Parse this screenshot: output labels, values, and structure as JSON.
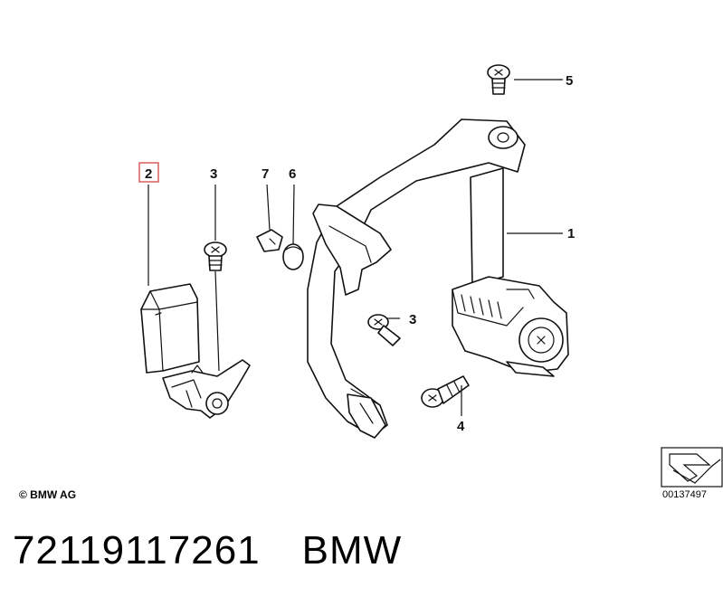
{
  "callouts": {
    "c1": "1",
    "c2": "2",
    "c3a": "3",
    "c3b": "3",
    "c4": "4",
    "c5": "5",
    "c6": "6",
    "c7": "7"
  },
  "highlight_color": "#d9534f",
  "copyright": "© BMW AG",
  "diagram_number": "00137497",
  "footer": {
    "part_number": "72119117261",
    "brand": "BMW"
  }
}
